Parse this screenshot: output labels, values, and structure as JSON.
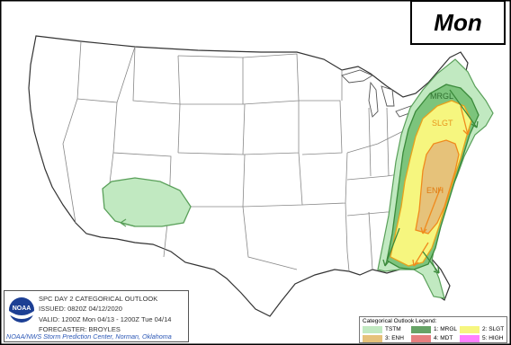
{
  "day_label": "Mon",
  "info": {
    "logo_text": "NOAA",
    "line1": "SPC DAY 2 CATEGORICAL OUTLOOK",
    "line2": "ISSUED: 0820Z 04/12/2020",
    "line3": "VALID: 1200Z Mon 04/13 - 1200Z Tue 04/14",
    "line4": "FORECASTER: BROYLES",
    "credit": "NOAA/NWS Storm Prediction Center, Norman, Oklahoma"
  },
  "risk_labels": {
    "mrgl": "MRGL",
    "slgt": "SLGT",
    "enh": "ENH"
  },
  "legend": {
    "title": "Categorical Outlook Legend:",
    "items": [
      {
        "label": "TSTM",
        "color": "#c1e9c1"
      },
      {
        "label": "1: MRGL",
        "color": "#66a366"
      },
      {
        "label": "2: SLGT",
        "color": "#f6f67f"
      },
      {
        "label": "3: ENH",
        "color": "#e6c27a"
      },
      {
        "label": "4: MDT",
        "color": "#e67f7f"
      },
      {
        "label": "5: HIGH",
        "color": "#ff80ff"
      }
    ]
  },
  "colors": {
    "tstm": "#c1e9c1",
    "mrgl": "#7cc47c",
    "slgt": "#f6f67f",
    "enh": "#e6c27a",
    "mrgl_line": "#3b8a3b",
    "slgt_line": "#e8a21c",
    "enh_line": "#f08a1c"
  }
}
